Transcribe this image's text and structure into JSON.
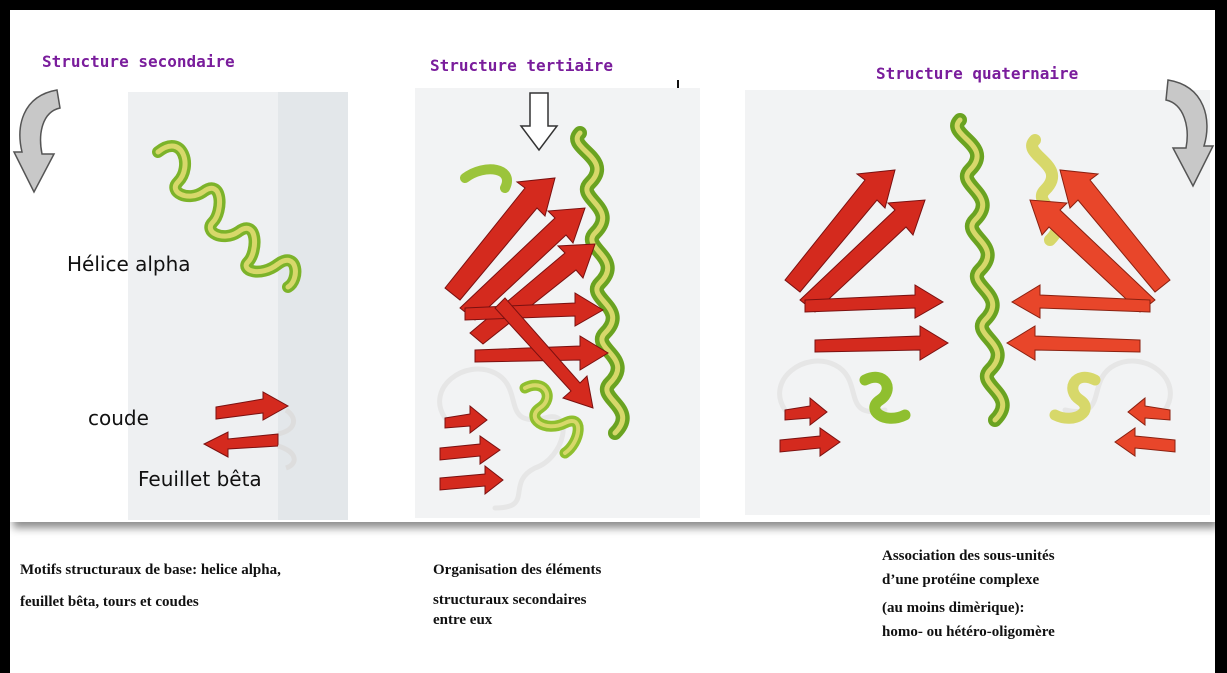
{
  "panels": {
    "secondary": {
      "title": "Structure secondaire",
      "labels": {
        "helix": "Hélice alpha",
        "turn": "coude",
        "sheet": "Feuillet bêta"
      },
      "caption": [
        "Motifs structuraux de base: helice alpha,",
        "feuillet bêta, tours et coudes"
      ]
    },
    "tertiary": {
      "title": "Structure tertiaire",
      "caption": [
        "Organisation des éléments",
        "structuraux secondaires",
        "entre eux"
      ]
    },
    "quaternary": {
      "title": "Structure quaternaire",
      "caption": [
        "Association des sous-unités",
        "d’une protéine complexe",
        "(au moins dimèrique):",
        "homo- ou hétéro-oligomère"
      ]
    }
  },
  "colors": {
    "title": "#7a1d9c",
    "strand": "#d42a1e",
    "helix_dark": "#5e9a1c",
    "helix_light": "#d7d86a",
    "loop": "#e6e6e6",
    "arrow": "#c8c8c8"
  },
  "icons": [
    "curved-arrow-left-icon",
    "down-arrow-icon",
    "curved-arrow-right-icon"
  ]
}
